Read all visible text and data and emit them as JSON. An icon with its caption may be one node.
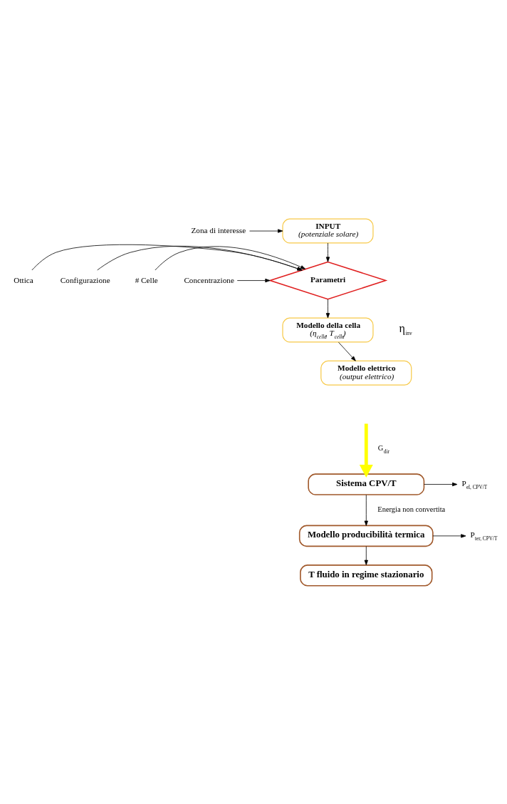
{
  "diagram": {
    "nodes": [
      {
        "text": [
          "Zona di interesse"
        ]
      },
      {
        "text": [
          "INPUT",
          "(potenziale solare)"
        ]
      },
      {
        "text": [
          "Ottica"
        ]
      },
      {
        "text": [
          "Configurazione"
        ]
      },
      {
        "text": [
          "Parametri"
        ]
      },
      {
        "text": [
          "# Celle"
        ]
      },
      {
        "text": [
          "Concentrazione"
        ]
      },
      {
        "text": [
          "Modello della cella",
          "(η$_{cella}$, T$_{cella}$)"
        ]
      },
      {
        "text": [
          "Modello elettrico",
          "(output elettrico)"
        ]
      },
      {
        "text": [
          "Sistema CPV/T"
        ]
      },
      {
        "text": [
          "P$_{el, CPV/T}$"
        ]
      },
      {
        "text": [
          "Modello producibilità termica"
        ]
      },
      {
        "text": [
          "P$_{ter, CPV/T}$"
        ]
      },
      {
        "text": [
          "T fluido in regime stazionario"
        ]
      }
    ],
    "edges": [
      {
        "from": 0,
        "to": 1,
        "arrow": "to"
      },
      {
        "from": 1,
        "to": 4,
        "arrow": "to"
      },
      {
        "from": 2,
        "to": 4,
        "arrow": "to"
      },
      {
        "from": 3,
        "to": 4,
        "arrow": "to"
      },
      {
        "from": 5,
        "to": 4,
        "arrow": "to"
      },
      {
        "from": 6,
        "to": 4,
        "arrow": "to"
      },
      {
        "from": 4,
        "to": 7,
        "arrow": "to"
      },
      {
        "from": 7,
        "to": 8,
        "arrow": "to"
      },
      {
        "from": null,
        "to": 9,
        "arrow": "to",
        "label": "G$_{dir}$",
        "style": "thick",
        "color": "#ffff00"
      },
      {
        "from": 9,
        "to": 10,
        "arrow": "to"
      },
      {
        "from": 9,
        "to": 11,
        "arrow": "to",
        "label": "Energia non convertita"
      },
      {
        "from": 11,
        "to": 12,
        "arrow": "to"
      },
      {
        "from": 11,
        "to": 13,
        "arrow": "to"
      }
    ],
    "labels": [
      "η$_{inv}$"
    ]
  }
}
